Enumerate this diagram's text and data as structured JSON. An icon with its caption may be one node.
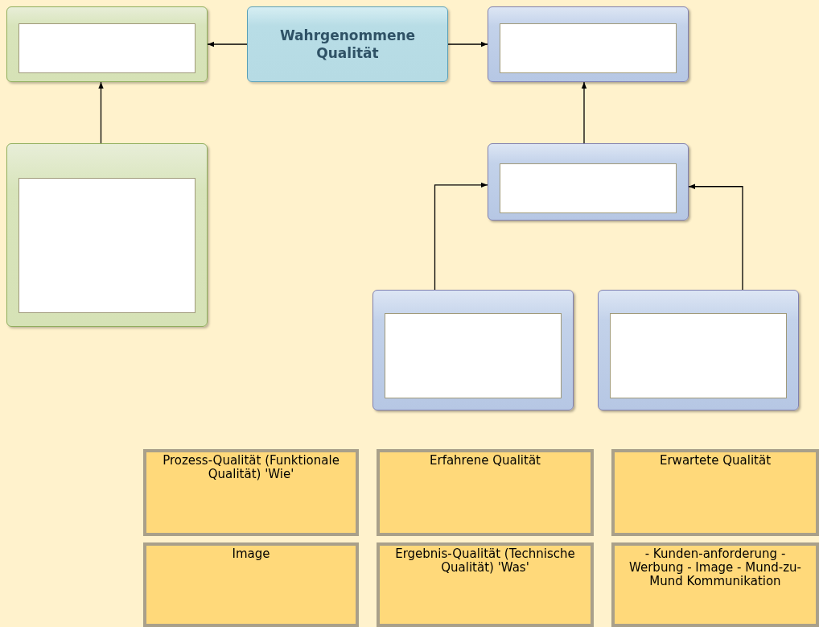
{
  "diagram": {
    "nodes": [
      {
        "text": [],
        "shape": "box"
      },
      {
        "text": [
          "Wahrgenommene Qualität"
        ]
      },
      {
        "text": [],
        "shape": "box"
      },
      {
        "text": [],
        "shape": "box"
      },
      {
        "text": [],
        "shape": "box"
      },
      {
        "text": [],
        "shape": "box"
      },
      {
        "text": [],
        "shape": "box"
      },
      {
        "text": [
          "Prozess-Qualität (Funktionale Qualität) 'Wie'"
        ]
      },
      {
        "text": [
          "Erfahrene Qualität"
        ]
      },
      {
        "text": [
          "Erwartete Qualität"
        ]
      },
      {
        "text": [
          "Image"
        ]
      },
      {
        "text": [
          "Ergebnis-Qualität (Technische Qualität) 'Was'"
        ]
      },
      {
        "text": [
          "- Kunden-anforderung - Werbung - Image - Mund-zu-Mund Kommunikation"
        ]
      }
    ],
    "edges": [
      {
        "from": 1,
        "to": 0,
        "arrow": "to"
      },
      {
        "from": 1,
        "to": 2,
        "arrow": "to"
      },
      {
        "from": 3,
        "to": 0,
        "arrow": "to"
      },
      {
        "from": 4,
        "to": 2,
        "arrow": "to"
      },
      {
        "from": 5,
        "to": 4,
        "arrow": "to"
      },
      {
        "from": 6,
        "to": 4,
        "arrow": "to"
      }
    ]
  }
}
